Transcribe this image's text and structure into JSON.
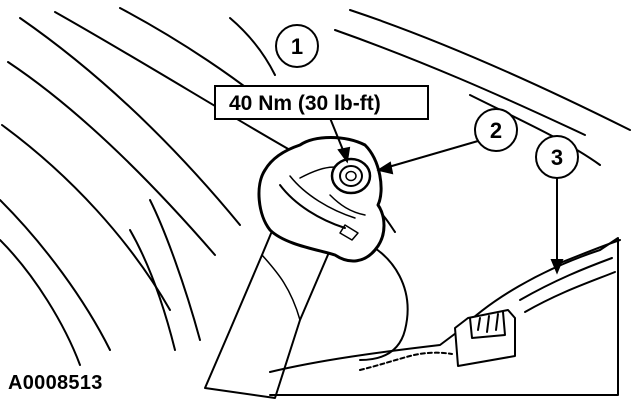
{
  "figure": {
    "id": "A0008513",
    "torque_spec": "40 Nm (30 lb-ft)",
    "callouts": [
      "1",
      "2",
      "3"
    ]
  }
}
